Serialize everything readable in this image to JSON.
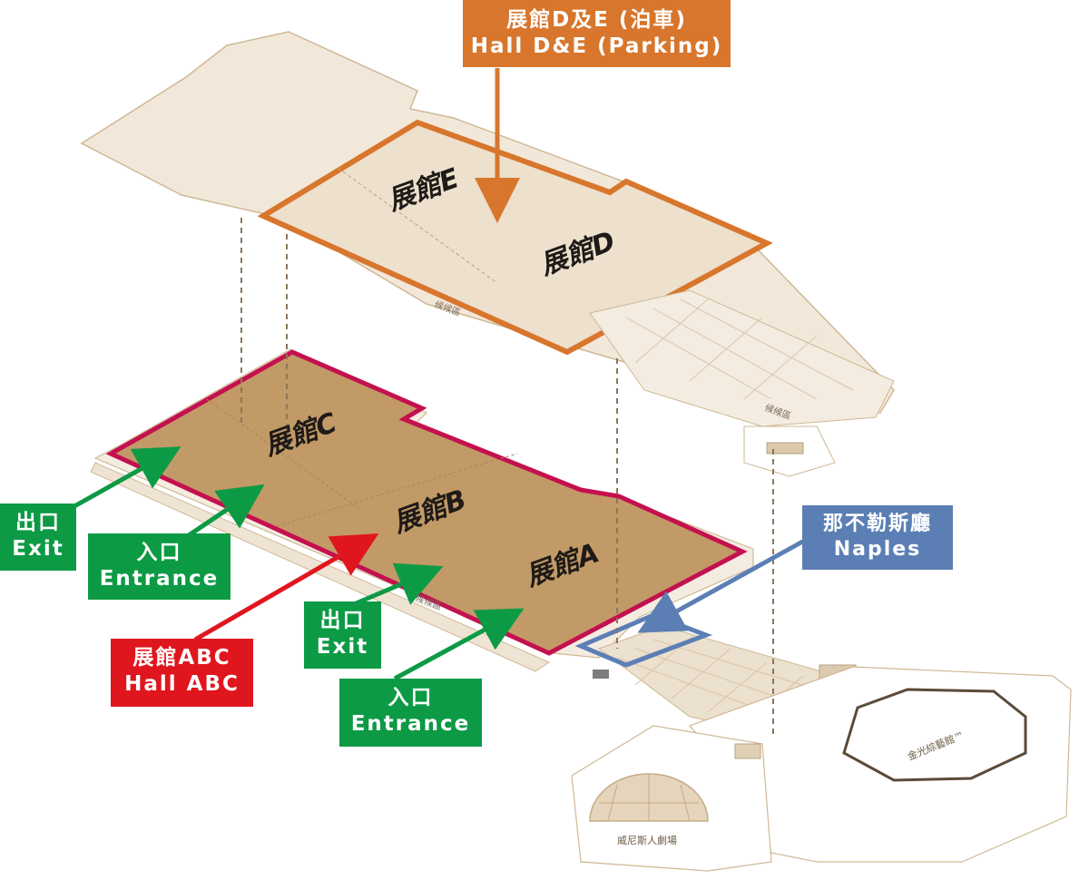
{
  "colors": {
    "exit_entrance": "#0d9a45",
    "hall_abc": "#e0161e",
    "hall_de": "#d8762d",
    "naples": "#5b7fb5",
    "hall_abc_fill": "#c29a67",
    "hall_abc_border": "#c4104f",
    "upper_floor_fill": "#efe3d2",
    "map_line": "#cfb895"
  },
  "halls": {
    "e": "展館E",
    "d": "展館D",
    "c": "展館C",
    "b": "展館B",
    "a": "展館A"
  },
  "map_text": {
    "waiting_area_1": "候候區",
    "waiting_area_2": "候候區",
    "waiting_area_3": "候候區",
    "cotai_arena": "金光綜藝館™",
    "venetian_theatre": "威尼斯人劇場"
  },
  "callouts": {
    "hall_de": {
      "line1": "展館D及E (泊車)",
      "line2": "Hall D&E (Parking)"
    },
    "naples": {
      "line1": "那不勒斯廳",
      "line2": "Naples"
    },
    "exit_left": {
      "line1": "出口",
      "line2": "Exit"
    },
    "entrance_left": {
      "line1": "入口",
      "line2": "Entrance"
    },
    "hall_abc": {
      "line1": "展館ABC",
      "line2": "Hall ABC"
    },
    "exit_center": {
      "line1": "出口",
      "line2": "Exit"
    },
    "entrance_center": {
      "line1": "入口",
      "line2": "Entrance"
    }
  }
}
